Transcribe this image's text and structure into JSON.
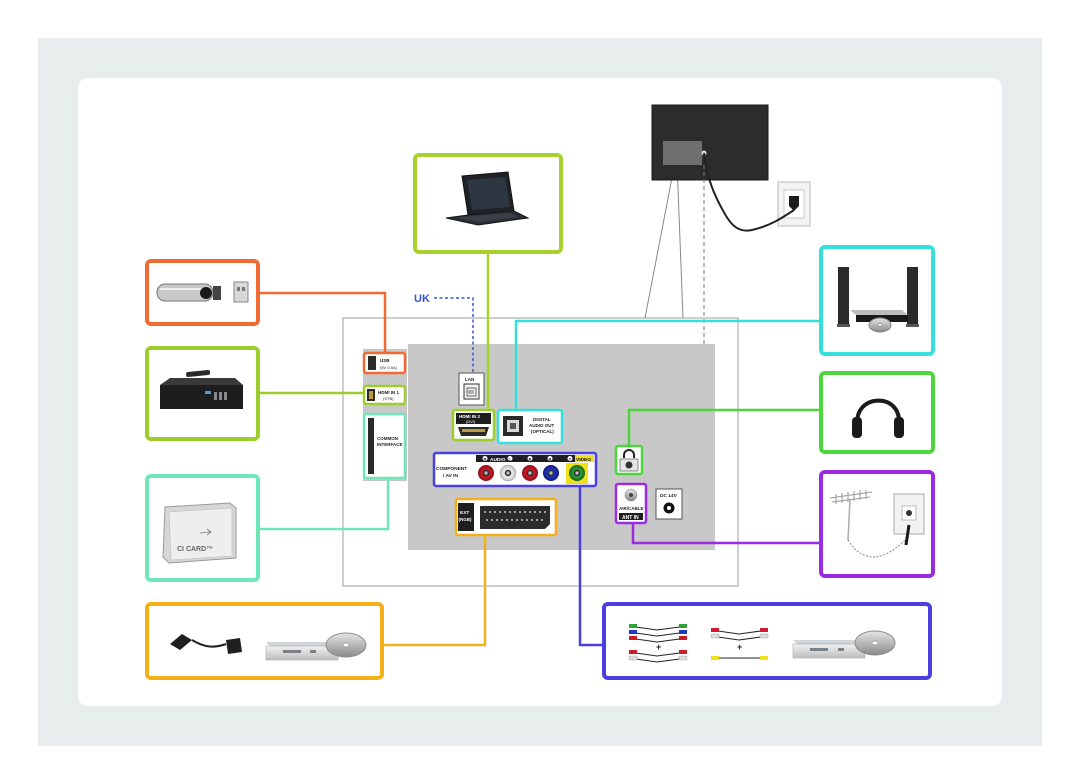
{
  "ports": {
    "usb": "USB",
    "usb_sub": "(5V 0.5A)",
    "hdmi1": "HDMI IN 1",
    "hdmi1_sub": "(STB)",
    "common_interface_1": "COMMON",
    "common_interface_2": "INTERFACE",
    "lan": "LAN",
    "hdmi2": "HDMI IN 2",
    "hdmi2_sub": "(DVI)",
    "digital_audio_1": "DIGITAL",
    "digital_audio_2": "AUDIO OUT",
    "digital_audio_3": "(OPTICAL)",
    "component_1": "COMPONENT",
    "component_2": "/ AV IN",
    "audio": "AUDIO",
    "audio_l": "L",
    "audio_r": "R",
    "pb": "B",
    "pr": "R",
    "y": "Y",
    "video": "VIDEO",
    "ext_1": "EXT",
    "ext_2": "(RGB)",
    "dc": "DC 14V",
    "ant_1": "AIR/CABLE",
    "ant_2": "ANT IN"
  },
  "labels": {
    "uk": "UK",
    "ci_card": "CI CARD™",
    "plus_1": "+",
    "plus_2": "+"
  },
  "colors": {
    "usb": "#ef6b32",
    "hdmi_stb": "#9ccc2e",
    "common_interface": "#6ee6b8",
    "laptop": "#a5d22d",
    "lan_link": "#3757d8",
    "audio_system": "#35e0dc",
    "headphones": "#4bd63a",
    "antenna": "#9b2be0",
    "scart": "#f5b019",
    "component": "#4a3fe0",
    "panel": "#c8c8c8",
    "panel_frame": "#9e9e9e",
    "card_bg": "#ffffff",
    "outer_bg": "#e8edee"
  },
  "icons": {
    "usb_device": "usb-flash-drive-icon",
    "set_top_box": "set-top-box-icon",
    "ci_card": "ci-card-icon",
    "laptop": "laptop-icon",
    "tv": "tv-back-icon",
    "wall_socket": "wall-socket-icon",
    "audio_system": "home-theater-icon",
    "headphones": "headphones-icon",
    "antenna": "antenna-icon",
    "scart": "scart-cable-icon",
    "dvd_player": "dvd-player-icon",
    "rca_cables": "rca-cable-icon"
  }
}
